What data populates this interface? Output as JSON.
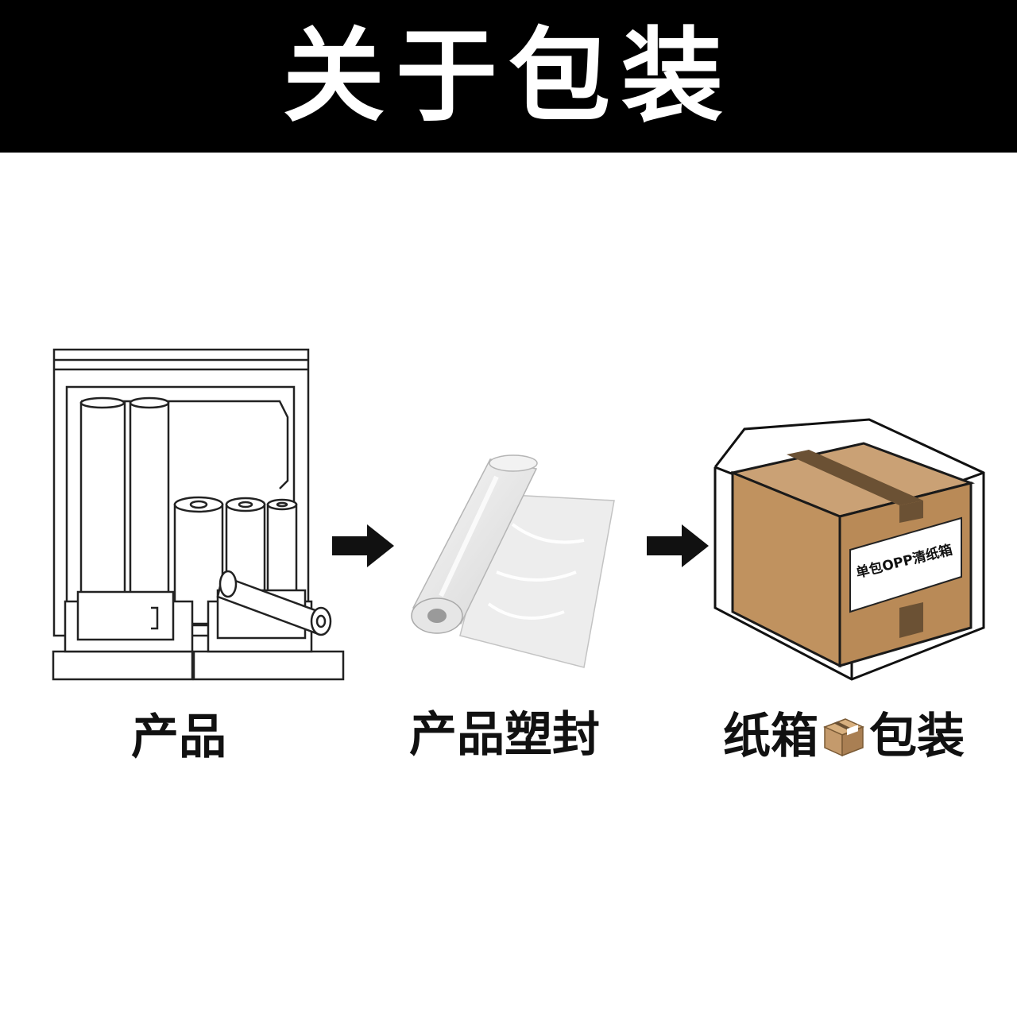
{
  "header": {
    "title": "关于包装"
  },
  "steps": [
    {
      "label": "产品",
      "icon": "product-rolls-illustration"
    },
    {
      "label": "产品塑封",
      "icon": "shrink-wrapped-roll-illustration"
    },
    {
      "label_before": "纸箱",
      "label_after": "包装",
      "icon": "cardboard-box-illustration",
      "box_label": "单包OPP清纸箱"
    }
  ],
  "arrows": [
    "right-arrow",
    "right-arrow"
  ],
  "colors": {
    "banner": "#000000",
    "box": "#c49a6c",
    "box_dark": "#a97f53",
    "tape": "#6b5134"
  }
}
